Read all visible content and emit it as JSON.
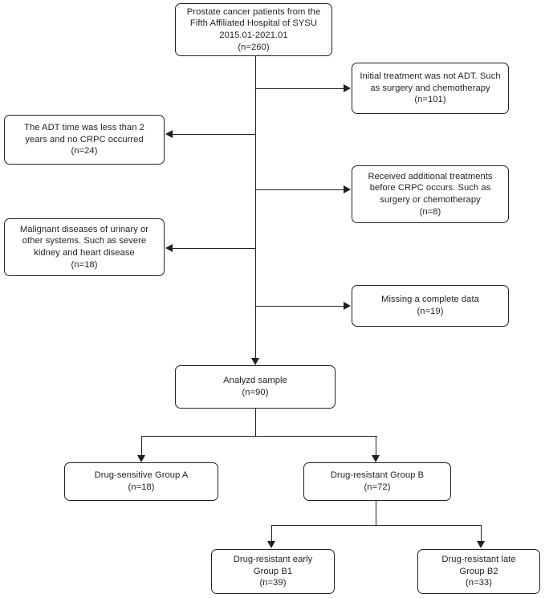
{
  "diagram": {
    "type": "flowchart",
    "title": "Patient selection flow diagram",
    "orientation": "top-down",
    "stroke_color": "#231f20",
    "background_color": "#ffffff"
  },
  "nodes": {
    "source": {
      "label": "Prostate cancer patients from the\nFifth Affiliated Hospital of SYSU\n2015.01-2021.01\n(n=260)",
      "n": 260
    },
    "excl_not_adt": {
      "label": "Initial treatment was not ADT. Such\nas surgery and chemotherapy\n(n=101)",
      "n": 101
    },
    "excl_adt_short": {
      "label": "The ADT time was less than 2\nyears and no CRPC occurred\n(n=24)",
      "n": 24
    },
    "excl_additional_tx": {
      "label": "Received additional treatments\nbefore CRPC occurs. Such as\nsurgery or chemotherapy\n(n=8)",
      "n": 8
    },
    "excl_malignant": {
      "label": "Malignant diseases of urinary or\nother systems. Such as severe\nkidney and heart disease\n(n=18)",
      "n": 18
    },
    "excl_missing": {
      "label": "Missing a complete data\n(n=19)",
      "n": 19
    },
    "analyzed": {
      "label": "Analyzd sample\n(n=90)",
      "n": 90
    },
    "group_a": {
      "label": "Drug-sensitive  Group A\n(n=18)",
      "n": 18
    },
    "group_b": {
      "label": "Drug-resistant Group B\n(n=72)",
      "n": 72
    },
    "group_b1": {
      "label": "Drug-resistant  early\nGroup B1\n(n=39)",
      "n": 39
    },
    "group_b2": {
      "label": "Drug-resistant  late\nGroup B2\n(n=33)",
      "n": 33
    }
  }
}
